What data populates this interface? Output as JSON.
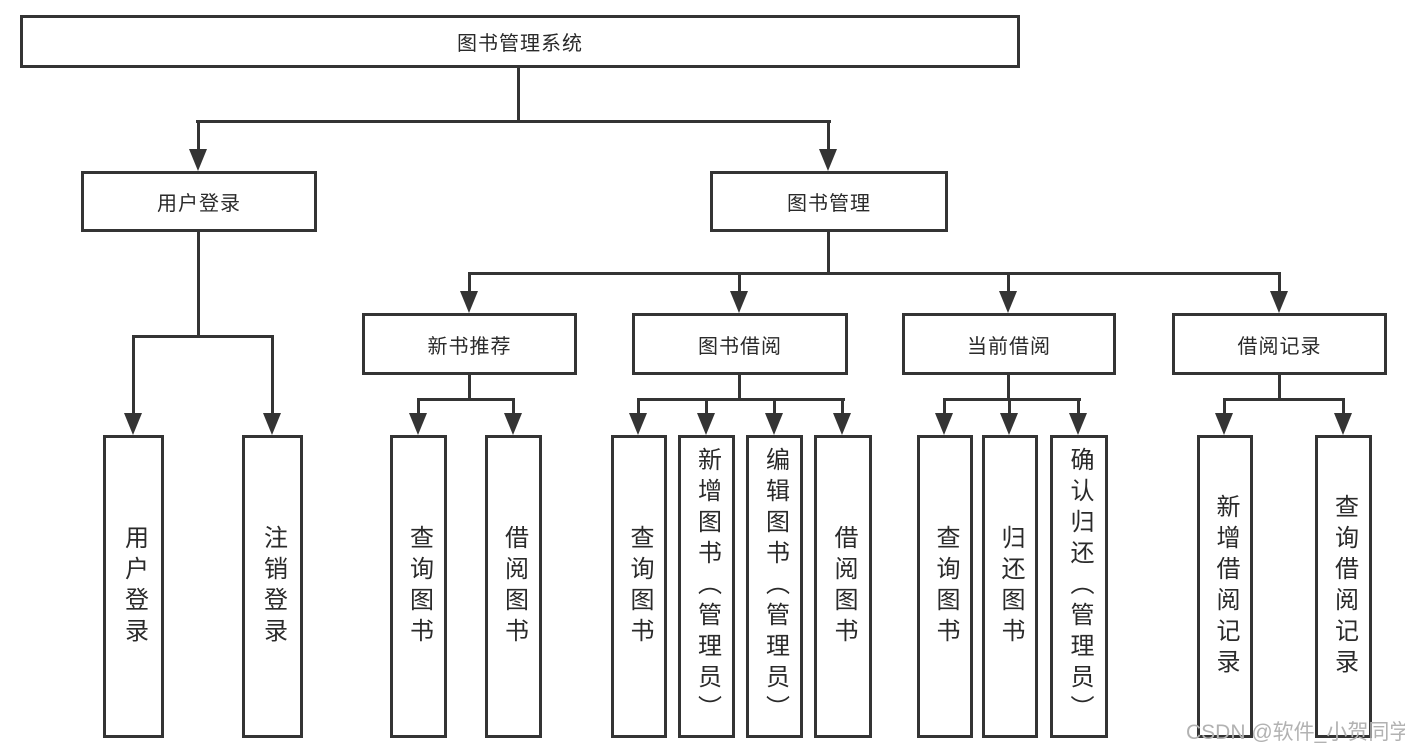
{
  "diagram": {
    "root": {
      "label": "图书管理系统"
    },
    "level2": [
      {
        "label": "用户登录",
        "children": [
          {
            "label": "用户登录"
          },
          {
            "label": "注销登录"
          }
        ]
      },
      {
        "label": "图书管理",
        "children": [
          {
            "label": "新书推荐",
            "children": [
              {
                "label": "查询图书"
              },
              {
                "label": "借阅图书"
              }
            ]
          },
          {
            "label": "图书借阅",
            "children": [
              {
                "label": "查询图书"
              },
              {
                "label": "新增图书（管理员）"
              },
              {
                "label": "编辑图书（管理员）"
              },
              {
                "label": "借阅图书"
              }
            ]
          },
          {
            "label": "当前借阅",
            "children": [
              {
                "label": "查询图书"
              },
              {
                "label": "归还图书"
              },
              {
                "label": "确认归还（管理员）"
              }
            ]
          },
          {
            "label": "借阅记录",
            "children": [
              {
                "label": "新增借阅记录"
              },
              {
                "label": "查询借阅记录"
              }
            ]
          }
        ]
      }
    ]
  },
  "watermark": {
    "text": "CSDN @软件_小贺同学"
  },
  "colors": {
    "line": "#343434",
    "text": "#2a2a2a",
    "watermark": "#b2b2b2",
    "background": "#ffffff"
  }
}
